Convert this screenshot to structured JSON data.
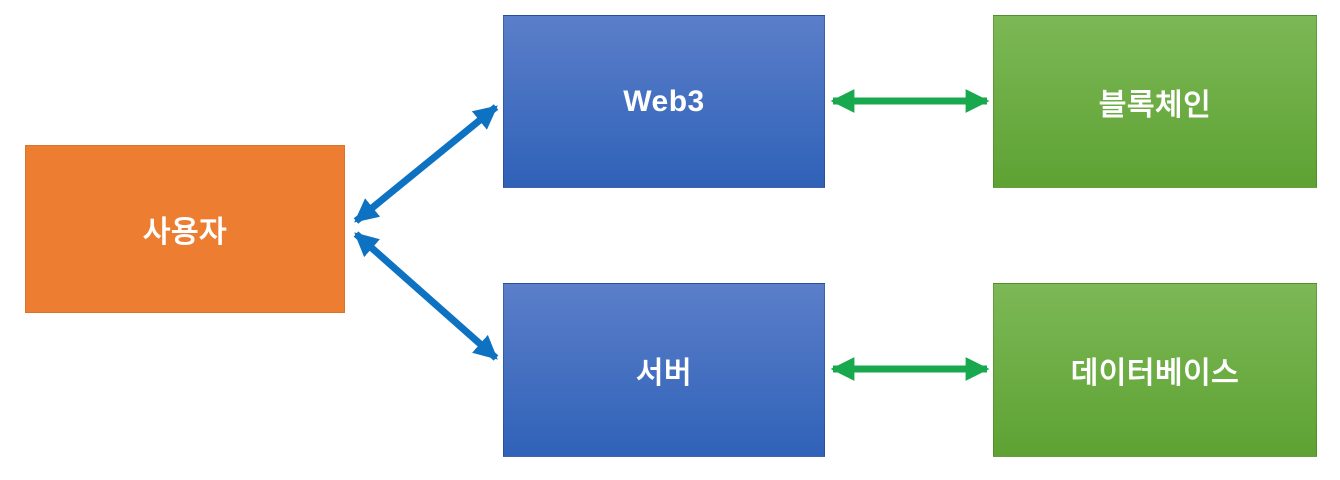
{
  "diagram": {
    "kind": "architecture-flow-diagram",
    "nodes": {
      "user": {
        "label": "사용자",
        "role": "user",
        "shape": "rectangle"
      },
      "web3": {
        "label": "Web3",
        "role": "frontend",
        "shape": "rectangle"
      },
      "server": {
        "label": "서버",
        "role": "backend",
        "shape": "rectangle"
      },
      "blockchain": {
        "label": "블록체인",
        "role": "datastore",
        "shape": "rectangle"
      },
      "database": {
        "label": "데이터베이스",
        "role": "datastore",
        "shape": "rectangle"
      }
    },
    "edges": [
      {
        "from": "user",
        "to": "web3",
        "direction": "bidirectional",
        "color": "#0E72C2"
      },
      {
        "from": "user",
        "to": "server",
        "direction": "bidirectional",
        "color": "#0E72C2"
      },
      {
        "from": "web3",
        "to": "blockchain",
        "direction": "bidirectional",
        "color": "#18A94F"
      },
      {
        "from": "server",
        "to": "database",
        "direction": "bidirectional",
        "color": "#18A94F"
      }
    ]
  },
  "colors": {
    "background": "#FFFFFF",
    "user_fill": "#ED7D31",
    "blue_node_top": "#5B7EC9",
    "blue_node_bottom": "#2F62B8",
    "green_node_top": "#7CB856",
    "green_node_bottom": "#5EA233",
    "blue_arrow": "#0E72C2",
    "green_arrow": "#18A94F",
    "node_text": "#FFFFFF"
  }
}
